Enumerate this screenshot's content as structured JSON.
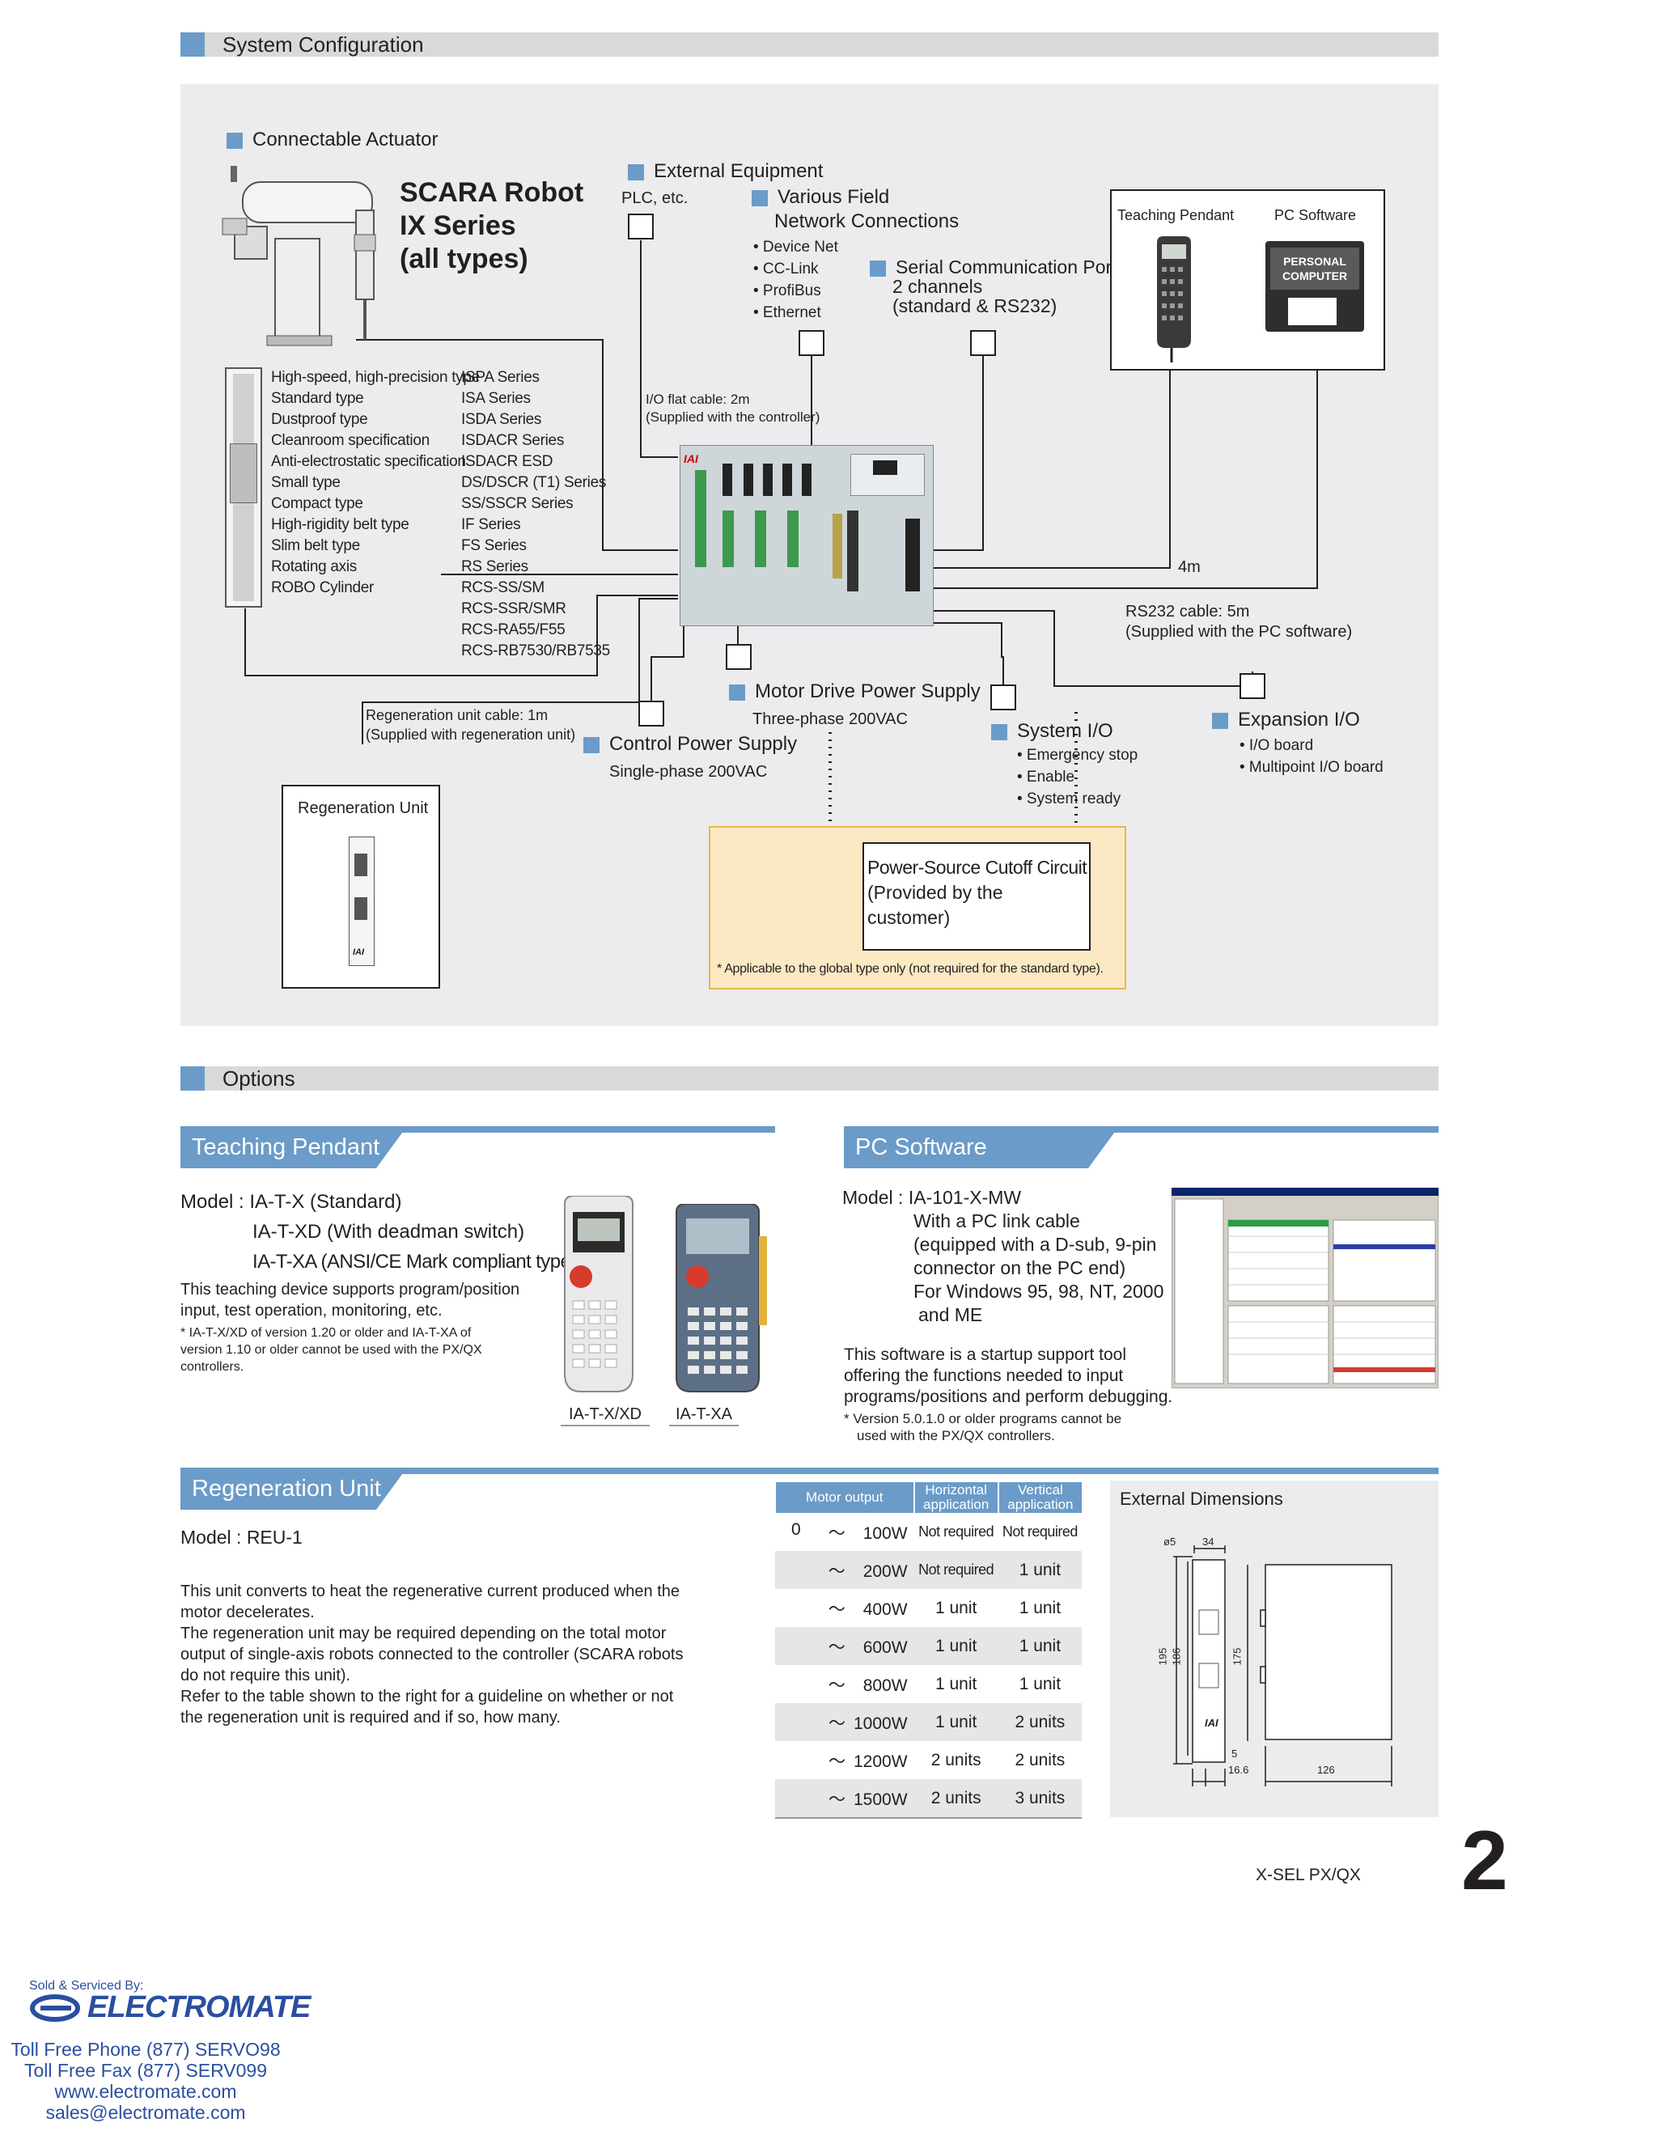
{
  "sections": {
    "system_config": "System Configuration",
    "options": "Options"
  },
  "config": {
    "connectable_actuator": "Connectable Actuator",
    "scara": [
      "SCARA Robot",
      "IX Series",
      "(all types)"
    ],
    "actuator_types": [
      "High-speed, high-precision type",
      "Standard type",
      "Dustproof type",
      "Cleanroom specification",
      "Anti-electrostatic specification",
      "Small type",
      "Compact type",
      "High-rigidity belt type",
      "Slim belt type",
      "Rotating axis",
      "ROBO Cylinder"
    ],
    "actuator_series": [
      "ISPA Series",
      "ISA Series",
      "ISDA Series",
      "ISDACR Series",
      "ISDACR ESD",
      "DS/DSCR (T1) Series",
      "SS/SSCR Series",
      "IF Series",
      "FS Series",
      "RS Series",
      "RCS-SS/SM",
      "RCS-SSR/SMR",
      "RCS-RA55/F55",
      "RCS-RB7530/RB7535"
    ],
    "external_equipment": "External Equipment",
    "plc": "PLC, etc.",
    "field_network": [
      "Various Field",
      "Network Connections"
    ],
    "field_items": [
      "• Device Net",
      "• CC-Link",
      "• ProfiBus",
      "• Ethernet"
    ],
    "serial": [
      "Serial Communication Port",
      "2 channels",
      "(standard & RS232)"
    ],
    "teaching_pendant_label": "Teaching Pendant",
    "pc_software_label": "PC Software",
    "personal_computer": [
      "PERSONAL",
      "COMPUTER"
    ],
    "io_cable": [
      "I/O flat cable: 2m",
      "(Supplied with the controller)"
    ],
    "cable_4m": "4m",
    "rs232": [
      "RS232 cable: 5m",
      "(Supplied with the PC software)"
    ],
    "regen_cable": [
      "Regeneration unit cable: 1m",
      "(Supplied with regeneration unit)"
    ],
    "motor_power": "Motor Drive Power Supply",
    "motor_power_sub": "Three-phase 200VAC",
    "control_power": "Control Power Supply",
    "control_power_sub": "Single-phase 200VAC",
    "system_io": "System I/O",
    "system_io_items": [
      "• Emergency stop",
      "• Enable",
      "• System ready"
    ],
    "expansion_io": "Expansion I/O",
    "expansion_io_items": [
      "• I/O board",
      "• Multipoint I/O board"
    ],
    "regen_unit_label": "Regeneration Unit",
    "cutoff": [
      "Power-Source Cutoff Circuit",
      "(Provided by the customer)"
    ],
    "cutoff_note": "* Applicable to the global type only (not required for the standard type).",
    "iai": "IAI"
  },
  "teaching_pendant": {
    "title": "Teaching Pendant",
    "model_label": "Model :",
    "models": [
      "IA-T-X (Standard)",
      "IA-T-XD (With deadman switch)",
      "IA-T-XA (ANSI/CE Mark compliant type)"
    ],
    "desc": [
      "This teaching device supports program/position",
      "input, test operation, monitoring, etc."
    ],
    "note": [
      "* IA-T-X/XD of version 1.20 or older and IA-T-XA of",
      "version 1.10 or older cannot be used with the PX/QX",
      "controllers."
    ],
    "captions": [
      "IA-T-X/XD",
      "IA-T-XA"
    ]
  },
  "pc_software": {
    "title": "PC Software",
    "model_label": "Model :",
    "model": "IA-101-X-MW",
    "details": [
      "With a PC link cable",
      "(equipped with a D-sub, 9-pin",
      "connector on the PC end)",
      "For Windows 95, 98, NT, 2000",
      "and ME"
    ],
    "desc": [
      "This software is a startup support tool",
      "offering the functions needed to input",
      "programs/positions and perform debugging."
    ],
    "note": [
      "* Version 5.0.1.0 or older programs cannot be",
      "used with the PX/QX controllers."
    ]
  },
  "regeneration_unit": {
    "title": "Regeneration Unit",
    "model": "Model : REU-1",
    "desc": [
      "This unit converts to heat the regenerative current produced when the",
      "motor decelerates.",
      "The regeneration unit may be required depending on the total motor",
      "output of single-axis robots connected to the controller (SCARA robots",
      "do not require this unit).",
      "Refer to the table shown to the right for a guideline on whether or not",
      "the regeneration unit is required and if so, how many."
    ],
    "table": {
      "headers": [
        "Motor output",
        "Horizontal application",
        "Vertical application"
      ],
      "rows": [
        {
          "from": "0",
          "sep": "〜",
          "to": "100W",
          "h": "Not required",
          "v": "Not required"
        },
        {
          "from": "",
          "sep": "〜",
          "to": "200W",
          "h": "Not required",
          "v": "1 unit"
        },
        {
          "from": "",
          "sep": "〜",
          "to": "400W",
          "h": "1 unit",
          "v": "1 unit"
        },
        {
          "from": "",
          "sep": "〜",
          "to": "600W",
          "h": "1 unit",
          "v": "1 unit"
        },
        {
          "from": "",
          "sep": "〜",
          "to": "800W",
          "h": "1 unit",
          "v": "1 unit"
        },
        {
          "from": "",
          "sep": "〜",
          "to": "1000W",
          "h": "1 unit",
          "v": "2 units"
        },
        {
          "from": "",
          "sep": "〜",
          "to": "1200W",
          "h": "2 units",
          "v": "2 units"
        },
        {
          "from": "",
          "sep": "〜",
          "to": "1500W",
          "h": "2 units",
          "v": "3 units"
        }
      ]
    },
    "ext_dim_title": "External Dimensions",
    "dims": {
      "d_hole": "ø5",
      "w34": "34",
      "h195": "195",
      "h186": "186",
      "h175": "175",
      "d5": "5",
      "d16": "16.6",
      "d126": "126"
    }
  },
  "footer": {
    "product": "X-SEL PX/QX",
    "page": "2",
    "sold_by": "Sold & Serviced By:",
    "company": "ELECTROMATE",
    "phone": "Toll Free Phone  (877) SERVO98",
    "fax": "Toll Free Fax  (877) SERV099",
    "web": "www.electromate.com",
    "email": "sales@electromate.com"
  },
  "colors": {
    "accent": "#6b9bc8",
    "panel": "#ececee",
    "bar": "#d9d9da",
    "cutoff_bg": "#fbe9c4",
    "cutoff_border": "#e9b84a",
    "brand": "#2a4fa0"
  }
}
